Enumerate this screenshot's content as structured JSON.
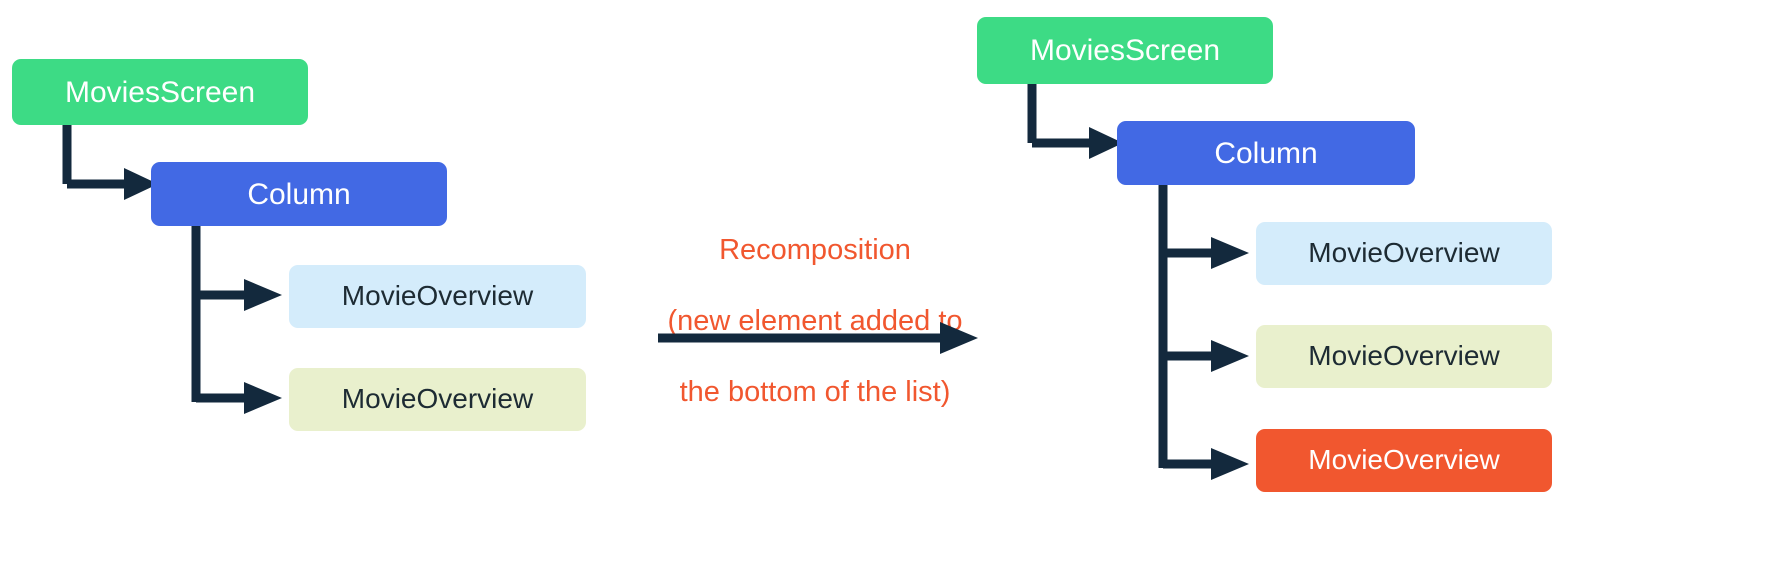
{
  "diagram": {
    "title_text": "Recomposition (new element added to the bottom of the list)",
    "colors": {
      "green": "#3ddb85",
      "blue": "#4269e4",
      "light_blue": "#d4ecfb",
      "light_green": "#e9f0cd",
      "orange": "#f1572f",
      "connector": "#13293d",
      "background": "#ffffff",
      "text_on_dark": "#ffffff",
      "text_on_light": "#1d2b33"
    },
    "before": {
      "label": "before-recomposition-tree",
      "root": {
        "label": "MoviesScreen",
        "color": "green"
      },
      "container": {
        "label": "Column",
        "color": "blue"
      },
      "children": [
        {
          "label": "MovieOverview",
          "color": "light_blue"
        },
        {
          "label": "MovieOverview",
          "color": "light_green"
        }
      ]
    },
    "transition": {
      "line1": "Recomposition",
      "line2": "(new element added to",
      "line3": "the bottom of the list)",
      "arrow": "right-arrow"
    },
    "after": {
      "label": "after-recomposition-tree",
      "root": {
        "label": "MoviesScreen",
        "color": "green"
      },
      "container": {
        "label": "Column",
        "color": "blue"
      },
      "children": [
        {
          "label": "MovieOverview",
          "color": "light_blue"
        },
        {
          "label": "MovieOverview",
          "color": "light_green"
        },
        {
          "label": "MovieOverview",
          "color": "orange"
        }
      ]
    }
  }
}
